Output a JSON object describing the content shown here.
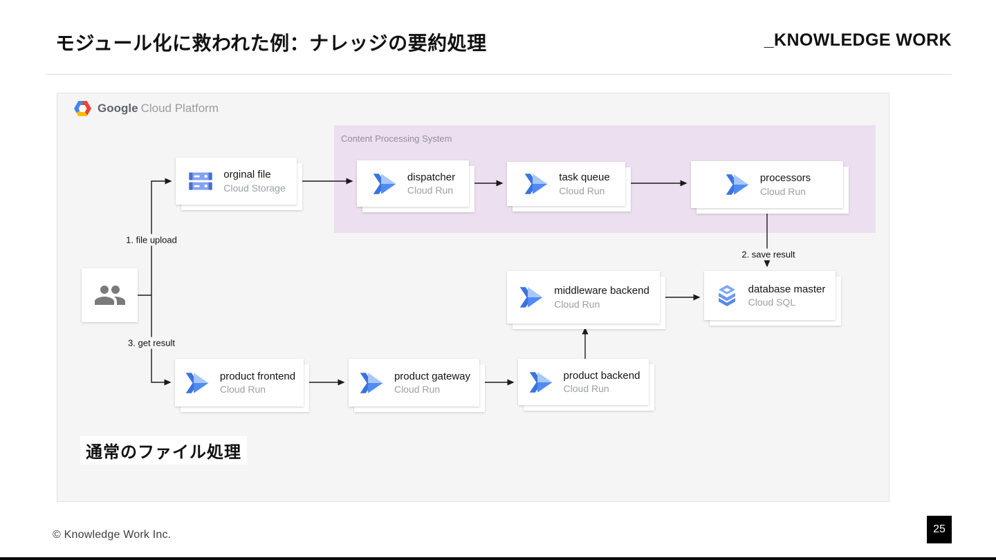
{
  "header": {
    "title": "モジュール化に救われた例：ナレッジの要約処理",
    "logo": "_KNOWLEDGE WORK"
  },
  "platform": {
    "brand_bold": "Google",
    "brand_rest": "Cloud Platform"
  },
  "diagram": {
    "group_label": "Content Processing System",
    "nodes": {
      "orginal_file": {
        "name": "orginal file",
        "service": "Cloud Storage"
      },
      "dispatcher": {
        "name": "dispatcher",
        "service": "Cloud Run"
      },
      "task_queue": {
        "name": "task queue",
        "service": "Cloud Run"
      },
      "processors": {
        "name": "processors",
        "service": "Cloud Run"
      },
      "middleware_backend": {
        "name": "middleware backend",
        "service": "Cloud Run"
      },
      "database_master": {
        "name": "database master",
        "service": "Cloud SQL"
      },
      "product_frontend": {
        "name": "product frontend",
        "service": "Cloud Run"
      },
      "product_gateway": {
        "name": "product gateway",
        "service": "Cloud Run"
      },
      "product_backend": {
        "name": "product backend",
        "service": "Cloud Run"
      }
    },
    "edge_labels": {
      "file_upload": "1. file upload",
      "save_result": "2. save result",
      "get_result": "3. get result"
    },
    "caption": "通常のファイル処理"
  },
  "footer": {
    "copyright": "© Knowledge Work Inc.",
    "page": "25"
  },
  "colors": {
    "group_bg": "#ece0f0",
    "panel_bg": "#f5f5f6",
    "run_blue": "#4285f4",
    "run_light_blue": "#a8c7fa",
    "gcp_red": "#ea4335",
    "gcp_yellow": "#fbbc05",
    "gcp_blue": "#4285f4",
    "sql_blue": "#6d9af0",
    "people_gray": "#7a7a7a"
  }
}
